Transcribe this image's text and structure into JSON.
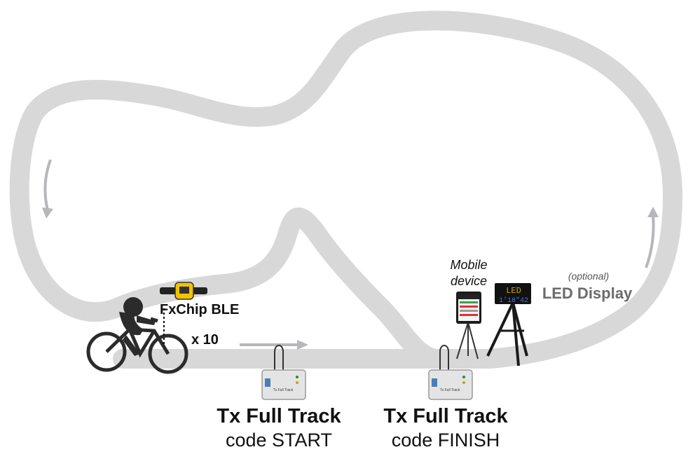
{
  "colors": {
    "track": "#d8d8d8",
    "arrow": "#b5b7ba",
    "chip_yellow": "#f2c200",
    "text": "#111111",
    "led_text_gray": "#6b6b6b",
    "silhouette": "#2b2b2b"
  },
  "chip": {
    "name": "FxChip BLE",
    "count": "x 10"
  },
  "start": {
    "title": "Tx Full Track",
    "code": "code START",
    "device_label": "Tx Full Track"
  },
  "finish": {
    "title": "Tx Full Track",
    "code": "code FINISH",
    "device_label": "Tx Full Track"
  },
  "mobile": {
    "line1": "Mobile",
    "line2": "device"
  },
  "led": {
    "optional": "(optional)",
    "title": "LED Display",
    "screen_top": "LED",
    "screen_bottom": "1'18\"42"
  },
  "icons": [
    "bike-rider-icon",
    "wrist-chip-icon",
    "transmitter-box-icon",
    "tablet-icon",
    "tripod-icon",
    "led-panel-icon",
    "direction-arrow-icon"
  ]
}
